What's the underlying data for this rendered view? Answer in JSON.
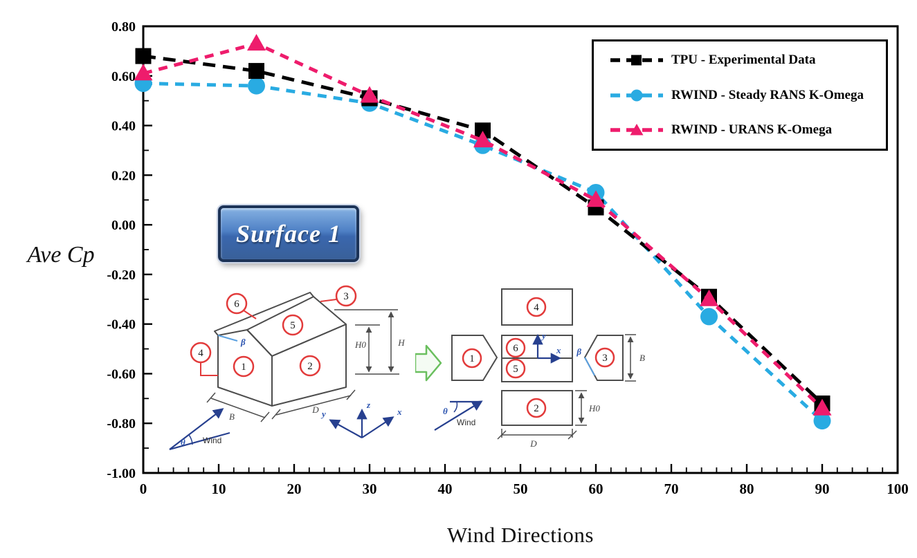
{
  "figure": {
    "x_axis_title": "Wind Directions",
    "y_axis_title": "Ave Cp",
    "badge_label": "Surface 1"
  },
  "chart_data": {
    "type": "line",
    "title": "",
    "xlabel": "Wind Directions",
    "ylabel": "Ave Cp",
    "x": [
      0,
      15,
      30,
      45,
      60,
      75,
      90
    ],
    "series": [
      {
        "name": "TPU - Experimental Data",
        "color": "#000000",
        "marker": "square",
        "dash": "18 11",
        "values": [
          0.68,
          0.62,
          0.51,
          0.38,
          0.07,
          -0.29,
          -0.72
        ]
      },
      {
        "name": "RWIND - Steady RANS K-Omega",
        "color": "#29abe2",
        "marker": "circle",
        "dash": "13 10",
        "values": [
          0.57,
          0.56,
          0.49,
          0.32,
          0.13,
          -0.37,
          -0.79
        ]
      },
      {
        "name": "RWIND - URANS K-Omega",
        "color": "#ee1c6c",
        "marker": "triangle",
        "dash": "13 10",
        "values": [
          0.61,
          0.73,
          0.52,
          0.34,
          0.1,
          -0.3,
          -0.74
        ]
      }
    ],
    "xlim": [
      0,
      100
    ],
    "ylim": [
      -1.0,
      0.8
    ],
    "x_ticks": {
      "major_step": 10,
      "minor_step": 2,
      "labels": [
        "0",
        "10",
        "20",
        "30",
        "40",
        "50",
        "60",
        "70",
        "80",
        "90",
        "100"
      ]
    },
    "y_ticks": {
      "major_step": 0.2,
      "minor_step": 0.1,
      "labels": [
        "0.80",
        "0.60",
        "0.40",
        "0.20",
        "0.00",
        "-0.20",
        "-0.40",
        "-0.60",
        "-0.80",
        "-1.00"
      ]
    },
    "grid": false,
    "legend_position": "top-right"
  },
  "inset_house": {
    "s1": "1",
    "s2": "2",
    "s3": "3",
    "s4": "4",
    "s5": "5",
    "s6": "6",
    "beta": "β",
    "theta": "θ",
    "wind": "Wind",
    "ax_x": "x",
    "ax_y": "y",
    "ax_z": "z",
    "dim_b": "B",
    "dim_d": "D",
    "dim_h": "H",
    "dim_h0": "H0"
  },
  "inset_flat": {
    "s1": "1",
    "s2": "2",
    "s3": "3",
    "s4": "4",
    "s5": "5",
    "s6": "6",
    "beta": "β",
    "theta": "θ",
    "wind": "Wind",
    "ax_x": "x",
    "ax_y": "y",
    "dim_b": "B",
    "dim_d": "D",
    "dim_h0": "H0"
  },
  "colors": {
    "tpu": "#000000",
    "steady": "#29abe2",
    "urans": "#ee1c6c",
    "diagram_red": "#e23b3b",
    "diagram_navy": "#27408f",
    "diagram_lightblue": "#5aa0e0",
    "diagram_gray": "#4d4d4d",
    "green_arrow": "#6abf5e",
    "badge_blue": "#3e6db0"
  }
}
